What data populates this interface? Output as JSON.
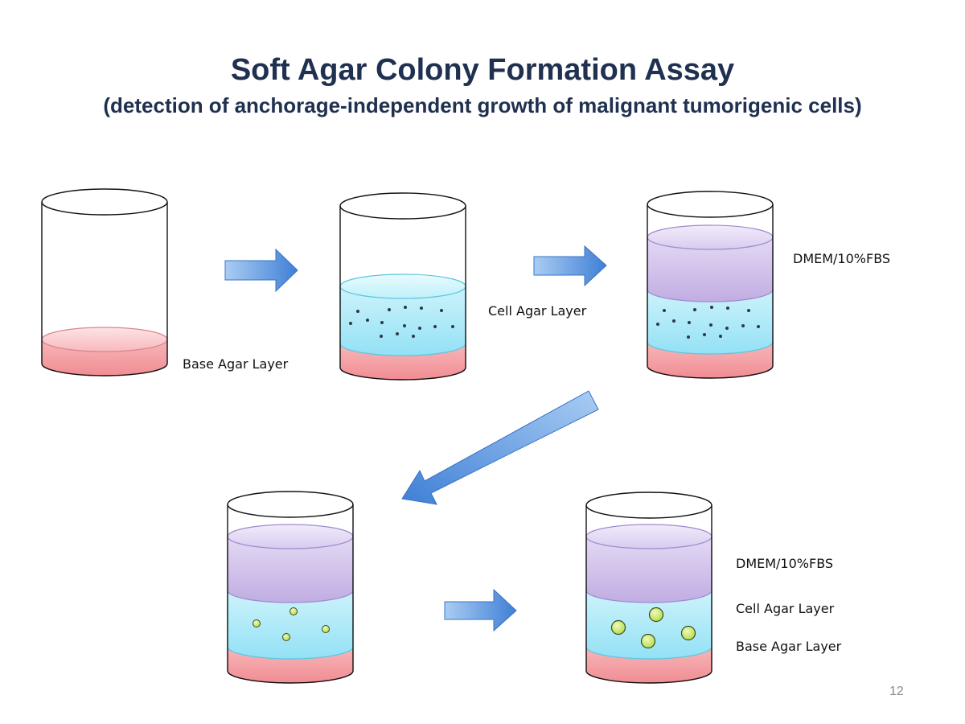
{
  "slide": {
    "title": "Soft Agar Colony Formation Assay",
    "subtitle": "(detection of anchorage-independent growth of malignant tumorigenic cells)",
    "page_number": "12"
  },
  "labels": {
    "base_agar_layer": "Base Agar Layer",
    "cell_agar_layer": "Cell Agar Layer",
    "dmem_1": "DMEM/10%FBS",
    "dmem_2": "DMEM/10%FBS",
    "cell_agar_layer_2": "Cell Agar Layer",
    "base_agar_layer_2": "Base Agar Layer"
  },
  "colors": {
    "title": "#1f3050",
    "base_agar": "#f4a6aa",
    "cell_agar": "#a9e9f7",
    "medium": "#c7b4e6",
    "colony": "#c7ea6a",
    "arrow": "#4f8fdc"
  },
  "steps": [
    {
      "step": 1,
      "layers": [
        "base-agar"
      ],
      "cells": "none"
    },
    {
      "step": 2,
      "layers": [
        "base-agar",
        "cell-agar"
      ],
      "cells": "single-cells"
    },
    {
      "step": 3,
      "layers": [
        "base-agar",
        "cell-agar",
        "medium"
      ],
      "cells": "single-cells"
    },
    {
      "step": 4,
      "layers": [
        "base-agar",
        "cell-agar",
        "medium"
      ],
      "cells": "small-colonies"
    },
    {
      "step": 5,
      "layers": [
        "base-agar",
        "cell-agar",
        "medium"
      ],
      "cells": "large-colonies"
    }
  ]
}
